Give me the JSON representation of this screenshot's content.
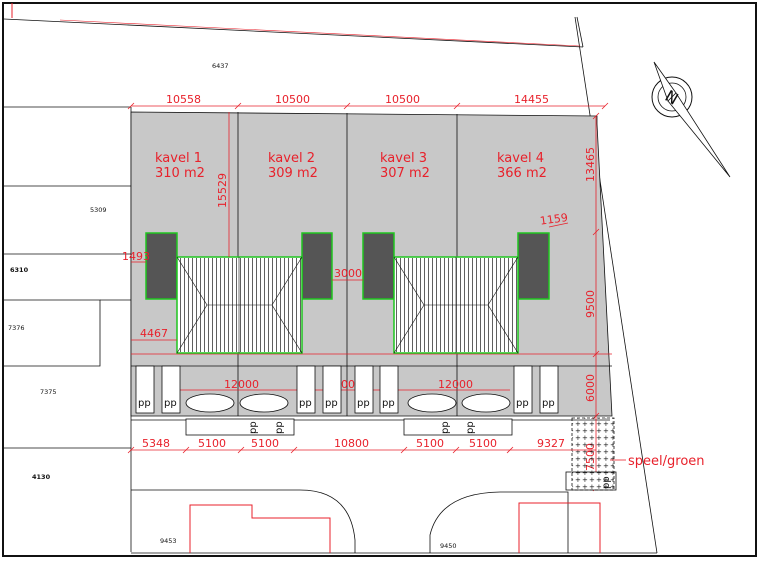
{
  "parcels": {
    "p6437": "6437",
    "p5309": "5309",
    "p6310": "6310",
    "p7376": "7376",
    "p7375": "7375",
    "p4130": "4130",
    "p9453": "9453",
    "p9450": "9450"
  },
  "lots": [
    {
      "name": "kavel 1",
      "area": "310 m2"
    },
    {
      "name": "kavel 2",
      "area": "309 m2"
    },
    {
      "name": "kavel 3",
      "area": "307 m2"
    },
    {
      "name": "kavel 4",
      "area": "366 m2"
    }
  ],
  "dimensions": {
    "top": [
      "10558",
      "10500",
      "10500",
      "14455"
    ],
    "v15529": "15529",
    "v13465": "13465",
    "v9500": "9500",
    "v6000": "6000",
    "v7500": "7500",
    "d1493": "1493",
    "d3000": "3000",
    "d1159": "1159",
    "d4467": "4467",
    "d12000a": "12000",
    "d9000": "9000",
    "d12000b": "12000",
    "bottom": [
      "5348",
      "5100",
      "5100",
      "10800",
      "5100",
      "5100",
      "9327"
    ]
  },
  "parking_label": "pp",
  "speel_label": "speel/groen",
  "north_label": "N",
  "colors": {
    "plot_gray": "#c8c8c8",
    "dimension_red": "#e8212b",
    "building_green": "#1fc61f",
    "building_dark": "#555555"
  }
}
